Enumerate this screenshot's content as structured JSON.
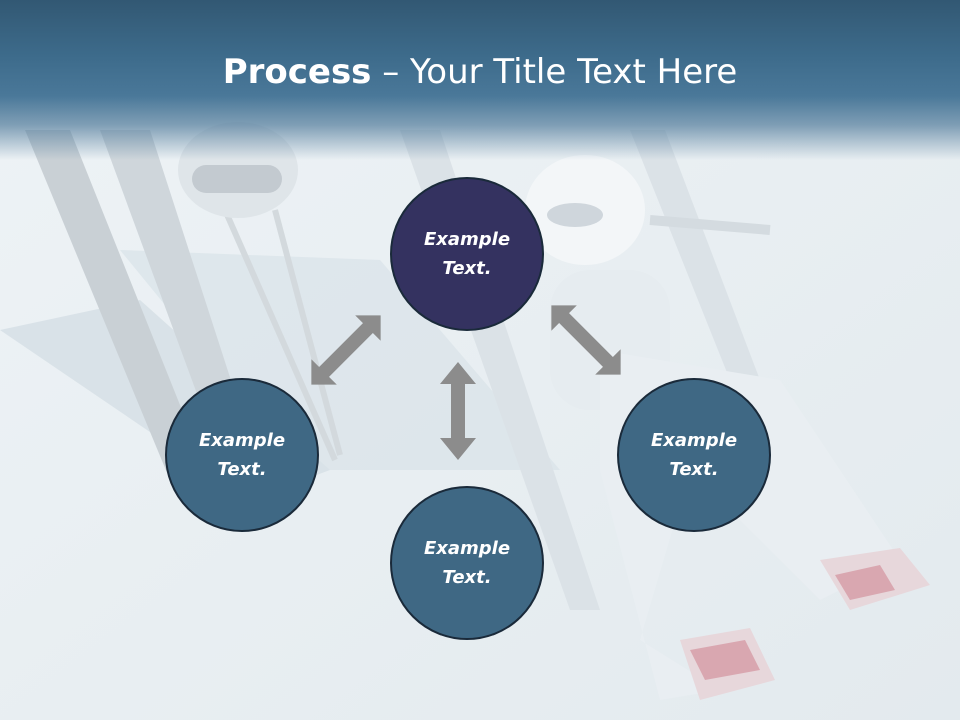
{
  "title": {
    "bold": "Process",
    "rest": " – Your Title Text Here"
  },
  "nodes": {
    "top": "Example Text.",
    "left": "Example Text.",
    "right": "Example Text.",
    "bottom": "Example Text."
  },
  "colors": {
    "header": "#3d6b8b",
    "center_node": "#343260",
    "outer_node": "#3f6884",
    "arrow": "#8c8c8c"
  }
}
